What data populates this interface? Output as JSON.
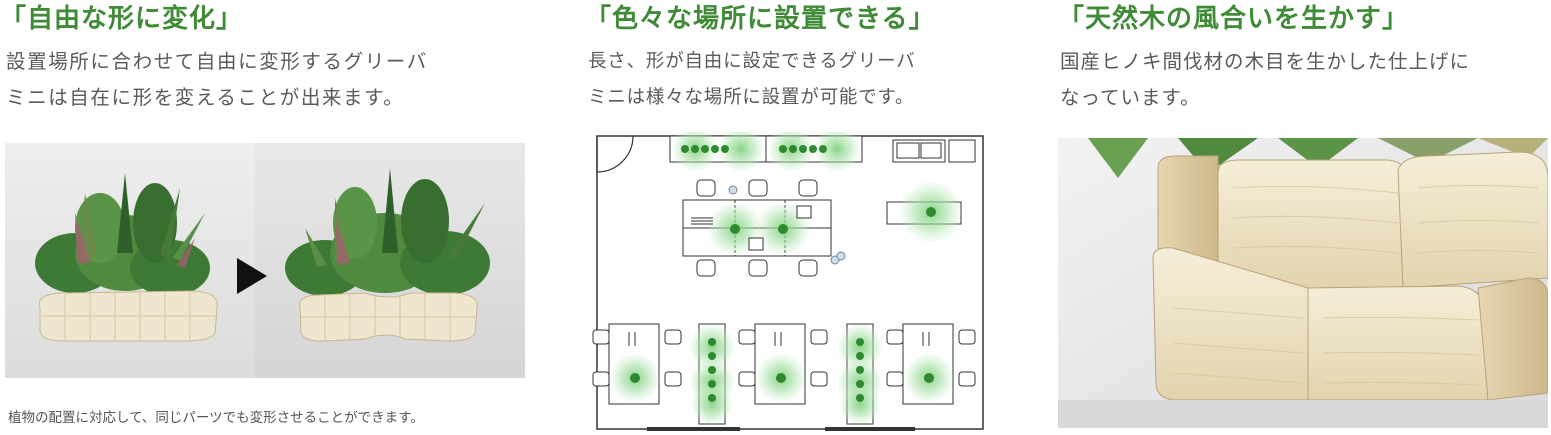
{
  "sections": [
    {
      "heading": "「自由な形に変化」",
      "body_lines": [
        "設置場所に合わせて自由に変形するグリーバ",
        "ミニは自在に形を変えることが出来ます。"
      ],
      "caption": "植物の配置に対応して、同じパーツでも変形させることができます。"
    },
    {
      "heading": "「色々な場所に設置できる」",
      "body_lines": [
        "長さ、形が自由に設定できるグリーバ",
        "ミニは様々な場所に設置が可能です。"
      ]
    },
    {
      "heading": "「天然木の風合いを生かす」",
      "body_lines": [
        "国産ヒノキ間伐材の木目を生かした仕上げに",
        "なっています。"
      ]
    }
  ],
  "colors": {
    "heading": "#3f8b37",
    "text": "#5a5a5a",
    "plant_green": "#3e9e3e",
    "wood": "#efe6cf"
  }
}
